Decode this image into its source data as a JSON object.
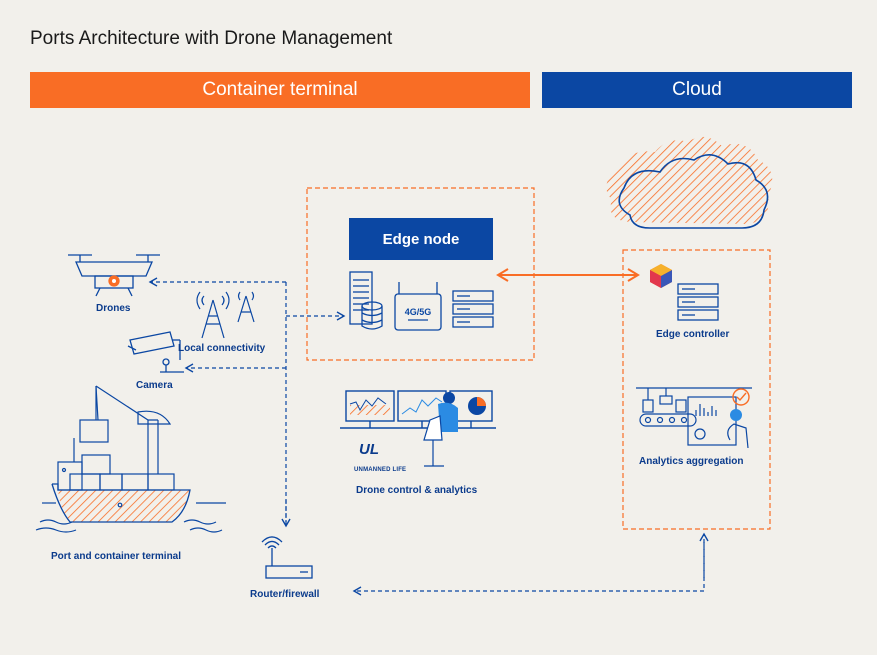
{
  "title": "Ports Architecture with Drone Management",
  "banners": {
    "terminal": "Container terminal",
    "cloud": "Cloud"
  },
  "edge_node": {
    "label": "Edge node",
    "network_badge": "4G/5G"
  },
  "labels": {
    "drones": "Drones",
    "local_connectivity": "Local connectivity",
    "camera": "Camera",
    "port": "Port and container terminal",
    "router": "Router/firewall",
    "drone_control": "Drone control & analytics",
    "edge_controller": "Edge controller",
    "analytics": "Analytics aggregation"
  },
  "logo": {
    "mark": "UL",
    "text": "UNMANNED LIFE"
  },
  "colors": {
    "orange": "#f96d25",
    "blue": "#0b47a3",
    "navy": "#0b3b8c",
    "background": "#f2f0eb"
  }
}
